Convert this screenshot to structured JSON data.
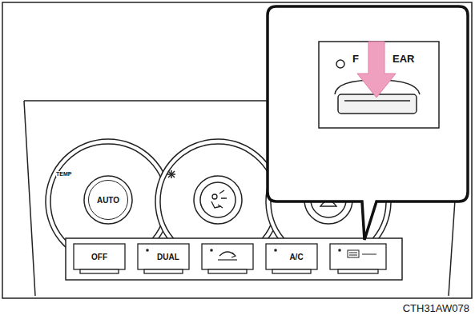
{
  "diagram": {
    "nodes": [
      {
        "text": [
          "AUTO"
        ]
      },
      {
        "text": [
          "OFF"
        ]
      },
      {
        "text": [
          "DUAL"
        ]
      },
      {
        "text": [
          "A/C"
        ]
      }
    ],
    "labels": [
      "TEMP",
      "F",
      "EAR",
      "CTH31AW078"
    ]
  }
}
